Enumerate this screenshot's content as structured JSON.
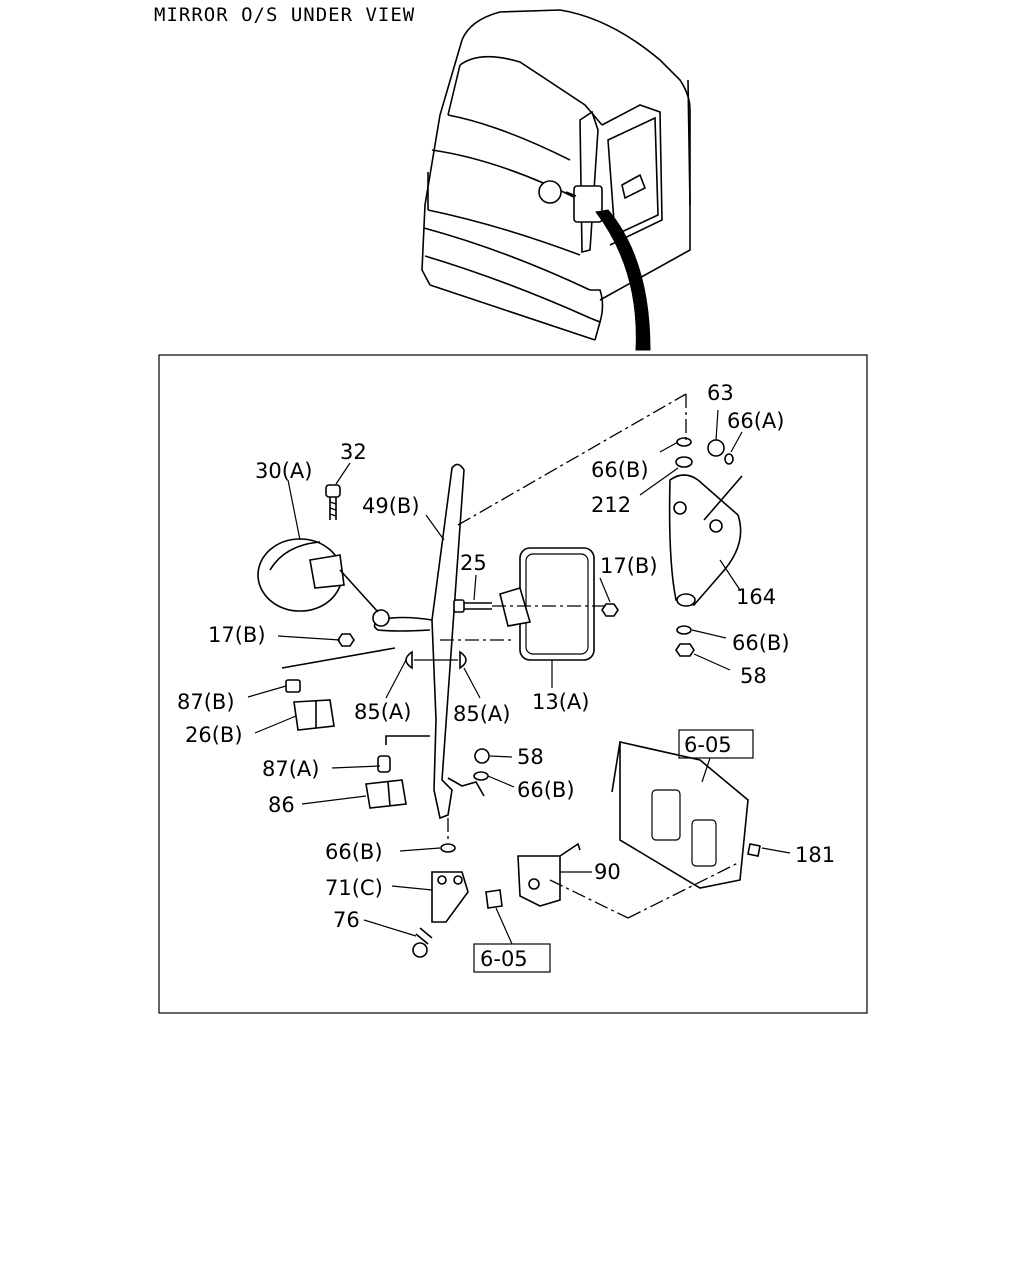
{
  "title": "MIRROR O/S UNDER VIEW",
  "labels": {
    "p63": "63",
    "p66a_top": "66(A)",
    "p66b_top": "66(B)",
    "p212": "212",
    "p164": "164",
    "p66b_right": "66(B)",
    "p58_right": "58",
    "p30a": "30(A)",
    "p32": "32",
    "p49b": "49(B)",
    "p25": "25",
    "p17b_right": "17(B)",
    "p17b_left": "17(B)",
    "p87b": "87(B)",
    "p26b": "26(B)",
    "p85a_left": "85(A)",
    "p85a_right": "85(A)",
    "p13a": "13(A)",
    "p87a": "87(A)",
    "p86": "86",
    "p58_mid": "58",
    "p66b_mid": "66(B)",
    "p66b_low": "66(B)",
    "p71c": "71(C)",
    "p76": "76",
    "p90": "90",
    "p181": "181",
    "ref_top": "6-05",
    "ref_bottom": "6-05"
  }
}
